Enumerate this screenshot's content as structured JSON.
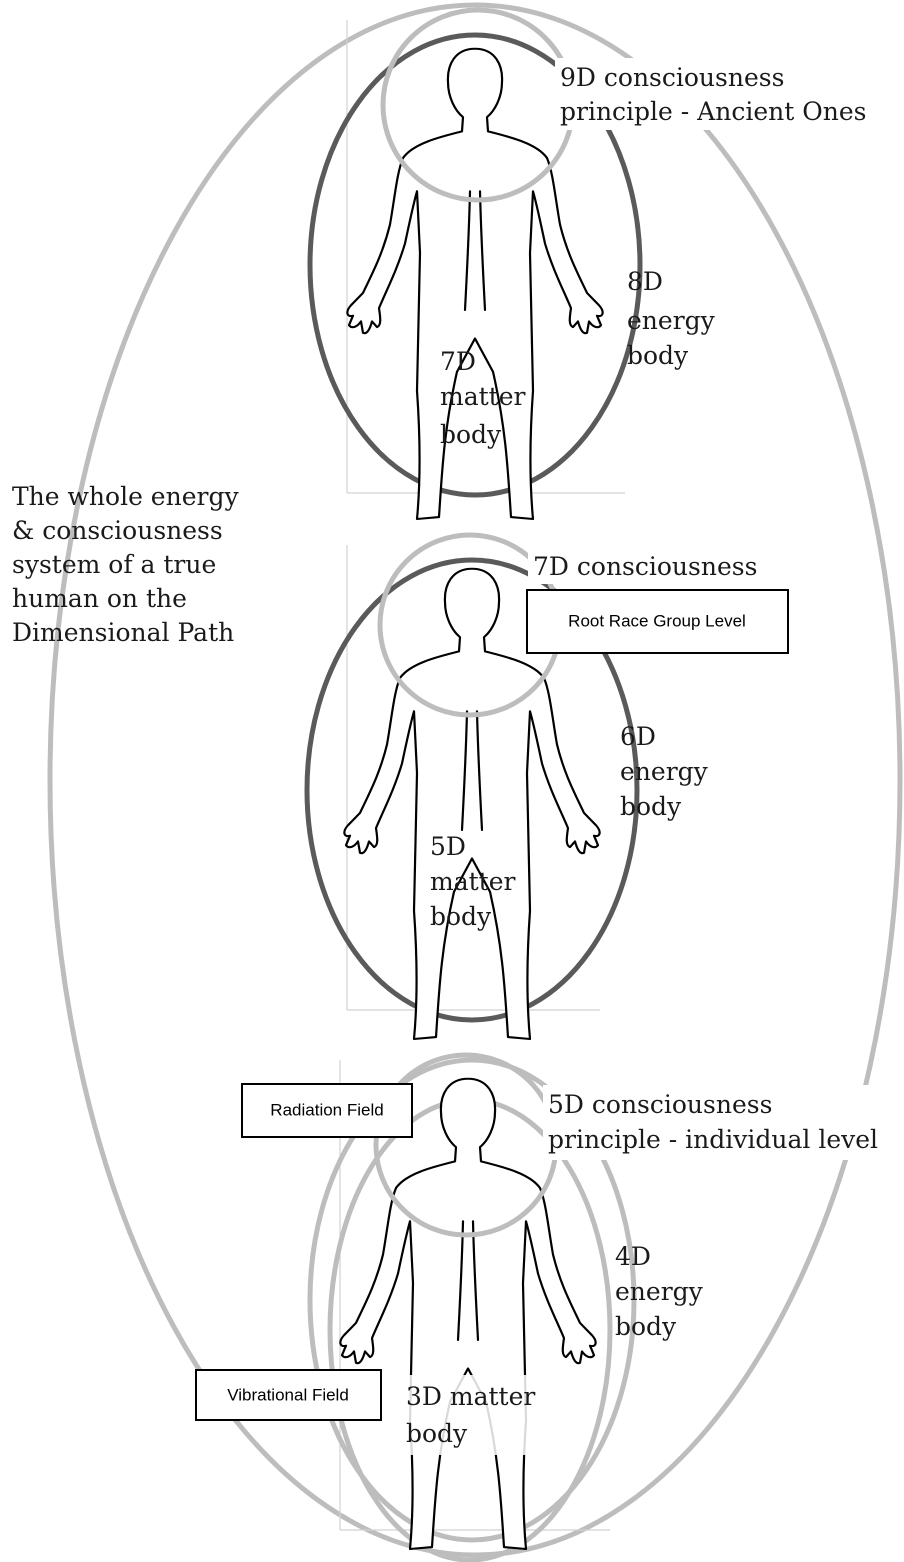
{
  "system_label": [
    "The whole energy",
    "& consciousness",
    "system of a true",
    "human on the",
    "Dimensional Path"
  ],
  "top_figure": {
    "consciousness": [
      "9D consciousness",
      "principle - Ancient Ones"
    ],
    "energy_body": [
      "8D",
      "energy",
      "body"
    ],
    "matter_body": [
      "7D",
      "matter",
      "body"
    ]
  },
  "middle_figure": {
    "consciousness": [
      "7D consciousness"
    ],
    "group_box": "Root Race Group Level",
    "energy_body": [
      "6D",
      "energy",
      "body"
    ],
    "matter_body": [
      "5D",
      "matter",
      "body"
    ]
  },
  "bottom_figure": {
    "consciousness": [
      "5D consciousness",
      "principle - individual level"
    ],
    "energy_body": [
      "4D",
      "energy",
      "body"
    ],
    "matter_body": [
      "3D matter",
      "body"
    ]
  },
  "field_boxes": {
    "radiation": "Radiation Field",
    "vibrational": "Vibrational Field"
  },
  "colors": {
    "light_ring": "#bdbdbd",
    "dark_ring": "#5a5a5a",
    "outline": "#000000"
  }
}
